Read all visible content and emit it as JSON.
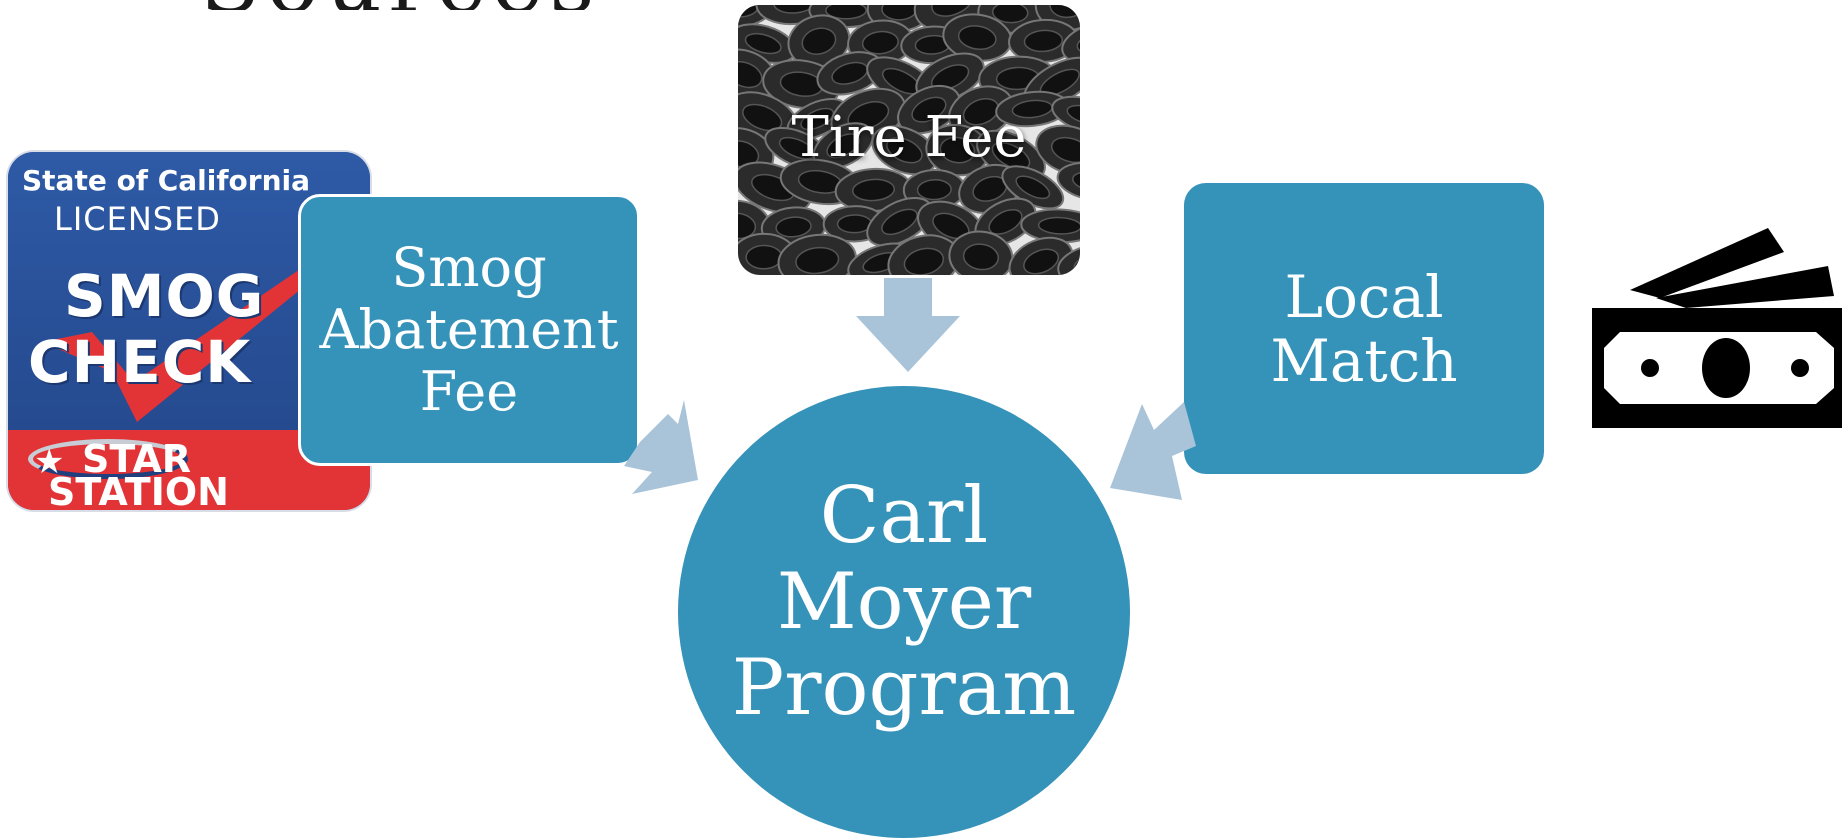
{
  "slide": {
    "title_fragment": "Sources"
  },
  "badge": {
    "line1": "State of California",
    "line2": "LICENSED",
    "line3": "SMOG",
    "line4": "CHECK",
    "line5": "STAR",
    "line6": "STATION",
    "colors": {
      "blue": "#2e5aa6",
      "red": "#e23436",
      "check": "#e23436"
    }
  },
  "nodes": {
    "smog": {
      "label": "Smog\nAbatement\nFee"
    },
    "tire": {
      "label": "Tire Fee"
    },
    "local": {
      "label": "Local\nMatch"
    },
    "center": {
      "label": "Carl\nMoyer\nProgram"
    }
  },
  "colors": {
    "node_fill": "#3592b8",
    "arrow_fill": "#a9c4d9",
    "text": "#ffffff"
  },
  "icons": {
    "money": "money-bills-icon",
    "tires": "tire-pile-photo"
  }
}
